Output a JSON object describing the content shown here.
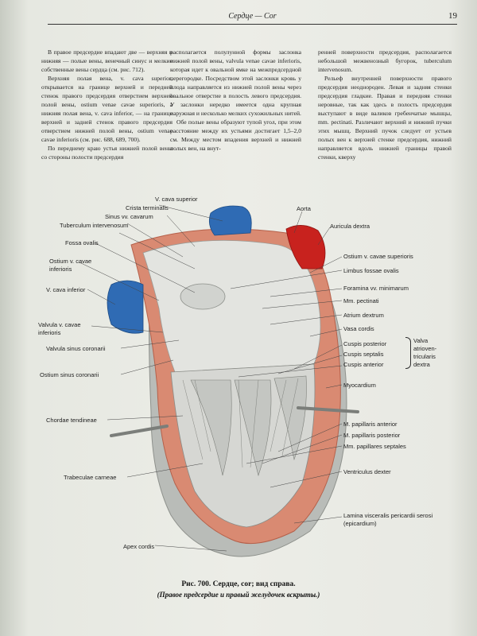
{
  "header": {
    "title": "Сердце — Cor",
    "page_number": "19"
  },
  "columns": {
    "col1": [
      "В правое предсердие впадают две — верхняя и нижняя — полые вены, венечный синус и мелкие собственные вены сердца (см. рис. 712).",
      "Верхняя полая вена, v. cava superior, открывается на границе верхней и передней стенок правого предсердия отверстием верхней полой вены, ostium venae cavae superioris, а нижняя полая вена, v. cava inferior, — на границе верхней и задней стенок правого предсердия отверстием нижней полой вены, ostium venae cavae inferioris (см. рис. 688, 689, 700).",
      "По переднему краю устья нижней полой вены со стороны полости предсердия"
    ],
    "col2": [
      "располагается полулунной формы заслонка нижней полой вены, valvula venae cavae inferioris, которая идет к овальной ямке на межпредсердной перегородке. Посредством этой заслонки кровь у плода направляется из нижней полой вены через овальное отверстие в полость левого предсердия. У заслонки нередко имеется одна крупная наружная и несколько мелких сухожильных нитей.",
      "Обе полые вены образуют тупой угол, при этом расстояние между их устьями достигает 1,5–2,0 см. Между местом впадения верхней и нижней полых вен, на внут-"
    ],
    "col3": [
      "ренней поверхности предсердия, располагается небольшой межвенозный бугорок, tuberculum intervenosum.",
      "Рельеф внутренней поверхности правого предсердия неоднороден. Левая и задняя стенки предсердия гладкие. Правая и передняя стенки неровные, так как здесь в полость предсердия выступают в виде валиков гребенчатые мышцы, mm. pectinati. Различают верхний и нижний пучки этих мышц. Верхний пучок следует от устьев полых вен к верхней стенке предсердия, нижний направляется вдоль нижней границы правой стенки, кверху"
    ]
  },
  "labels_left": {
    "v_cava_superior": "V. cava superior",
    "crista_terminalis": "Crista terminalis",
    "sinus_vv_cavarum": "Sinus vv. cavarum",
    "tuberculum_intervenosum": "Tuberculum intervenosum",
    "fossa_ovalis": "Fossa ovalis",
    "ostium_vcavae_inf_1": "Ostium v. cavae",
    "ostium_vcavae_inf_2": "inferioris",
    "v_cava_inferior": "V. cava inferior",
    "valvula_1": "Valvula v. cavae",
    "valvula_2": "inferioris",
    "valvula_sinus_coronarii": "Valvula sinus coronarii",
    "ostium_sinus_coronarii": "Ostium sinus coronarii",
    "chordae_tendineae": "Chordae tendineae",
    "trabeculae_carneae": "Trabeculae carneae",
    "apex_cordis": "Apex cordis"
  },
  "labels_right": {
    "aorta": "Aorta",
    "auricula_dextra": "Auricula dextra",
    "ostium_vcavae_sup": "Ostium v. cavae superioris",
    "limbus": "Limbus fossae ovalis",
    "foramina": "Foramina vv. minimarum",
    "mm_pectinati": "Mm. pectinati",
    "atrium_dextrum": "Atrium dextrum",
    "vasa_cordis": "Vasa cordis",
    "cuspis_posterior": "Cuspis posterior",
    "cuspis_septalis": "Cuspis septalis",
    "cuspis_anterior": "Cuspis anterior",
    "valva_1": "Valva",
    "valva_2": "atrioven-",
    "valva_3": "tricularis",
    "valva_4": "dextra",
    "myocardium": "Myocardium",
    "papillaris_anterior": "M. papillaris anterior",
    "papillaris_posterior": "M. papillaris posterior",
    "papillares_septales": "Mm. papillares septales",
    "ventriculus_dexter": "Ventriculus dexter",
    "lamina_1": "Lamina visceralis pericardii serosi",
    "lamina_2": "(epicardium)"
  },
  "caption": {
    "line1": "Рис. 700. Сердце, cor; вид справа.",
    "line2": "(Правое предсердие и правый желудочек вскрыты.)"
  },
  "colors": {
    "vein_blue": "#2f6bb4",
    "artery_red": "#c8221e",
    "myocardium": "#d98a72",
    "atrium_interior": "#dfe0dc"
  }
}
